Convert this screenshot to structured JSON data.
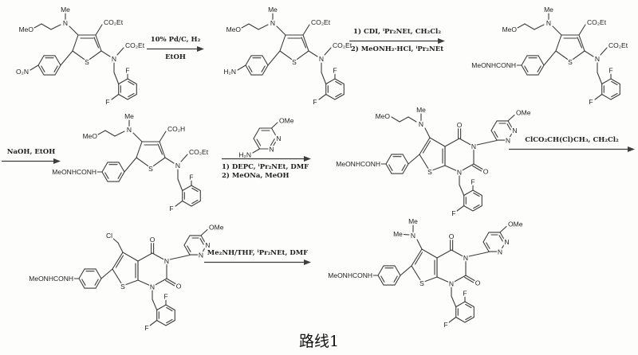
{
  "title": "路线1",
  "steps": [
    {
      "above": [
        "10% Pd/C, H₂"
      ],
      "below": [
        "EtOH"
      ]
    },
    {
      "above": [
        "1) CDI, ⁱPr₂NEt, CH₂Cl₂"
      ],
      "below": [
        "2) MeONH₂·HCl, ⁱPr₂NEt"
      ]
    },
    {
      "above": [
        "NaOH, EtOH"
      ],
      "below": []
    },
    {
      "above": [],
      "below": [
        "1) DEPC, ⁱPr₂NEt, DMF",
        "2) MeONa, MeOH"
      ]
    },
    {
      "above": [
        "ClCO₂CH(Cl)CH₃, CH₂Cl₂"
      ],
      "below": []
    },
    {
      "above": [
        "Me₂NH/THF, ⁱPr₂NEt, DMF"
      ],
      "below": []
    }
  ],
  "labels": {
    "me": "Me",
    "meo": "MeO",
    "ome": "OMe",
    "n": "N",
    "s": "S",
    "o": "O",
    "f": "F",
    "cl": "Cl",
    "co2et": "CO₂Et",
    "co2h": "CO₂H",
    "no2": "O₂N",
    "nh2": "H₂N",
    "ureido": "MeONHCONH"
  }
}
